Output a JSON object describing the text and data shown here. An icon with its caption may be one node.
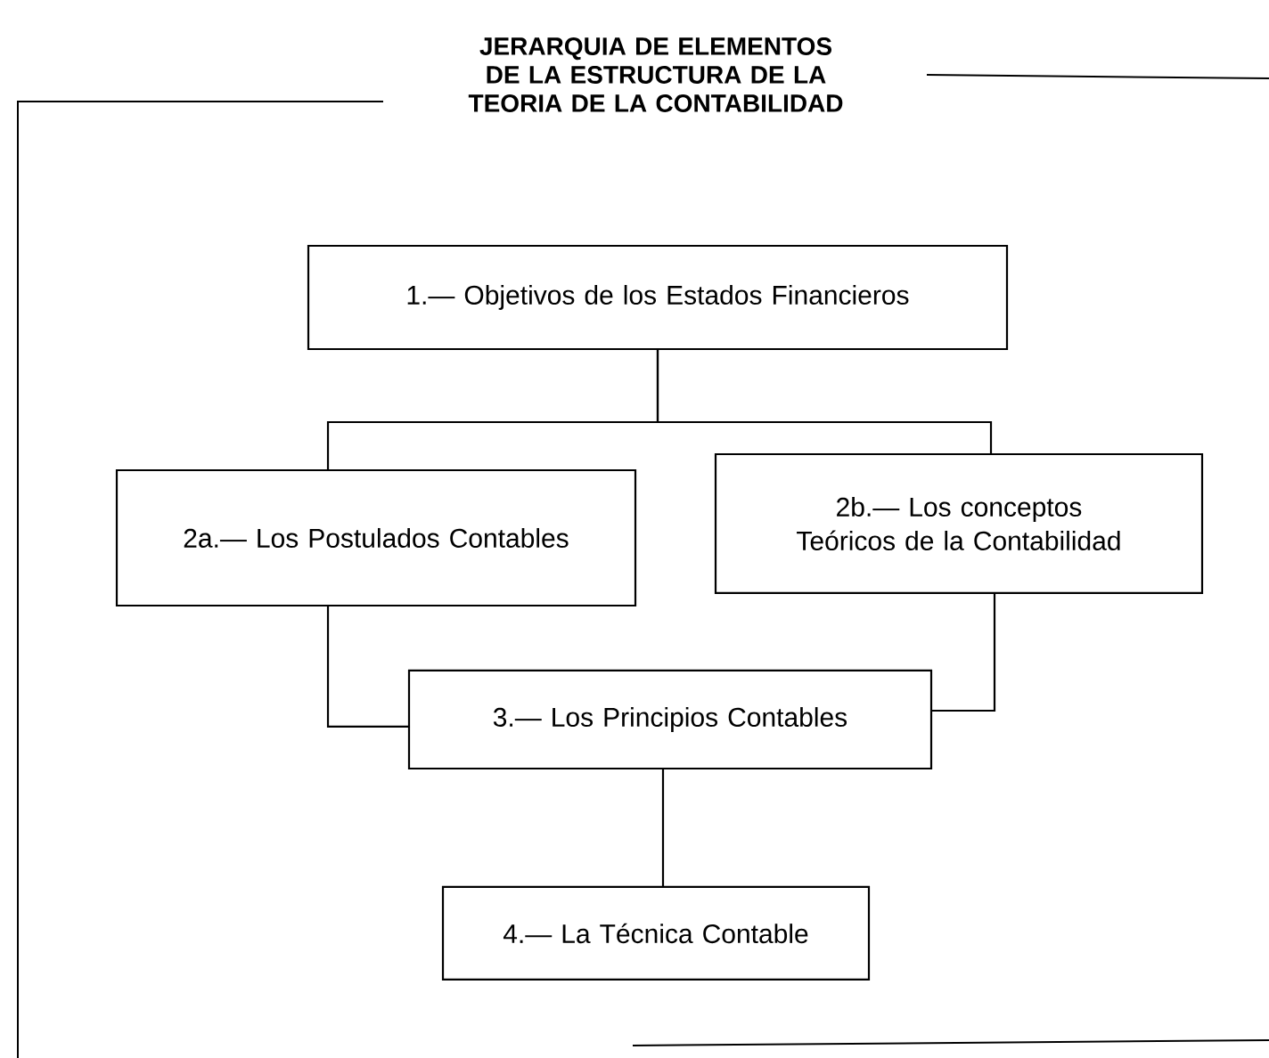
{
  "diagram": {
    "title": "JERARQUIA DE ELEMENTOS DE LA ESTRUCTURA DE LA TEORIA DE LA CONTABILIDAD",
    "nodes": [
      {
        "text": [
          "1.— Objetivos de los Estados Financieros"
        ]
      },
      {
        "text": [
          "2a.— Los Postulados Contables"
        ]
      },
      {
        "text": [
          "2b.— Los conceptos Teóricos de la Contabilidad"
        ]
      },
      {
        "text": [
          "3.— Los Principios Contables"
        ]
      },
      {
        "text": [
          "4.— La Técnica Contable"
        ]
      }
    ],
    "edges": [
      {
        "from": 0,
        "to": 1,
        "arrow": "none"
      },
      {
        "from": 0,
        "to": 2,
        "arrow": "none"
      },
      {
        "from": 1,
        "to": 3,
        "arrow": "none"
      },
      {
        "from": 2,
        "to": 3,
        "arrow": "none"
      },
      {
        "from": 3,
        "to": 4,
        "arrow": "none"
      }
    ]
  }
}
